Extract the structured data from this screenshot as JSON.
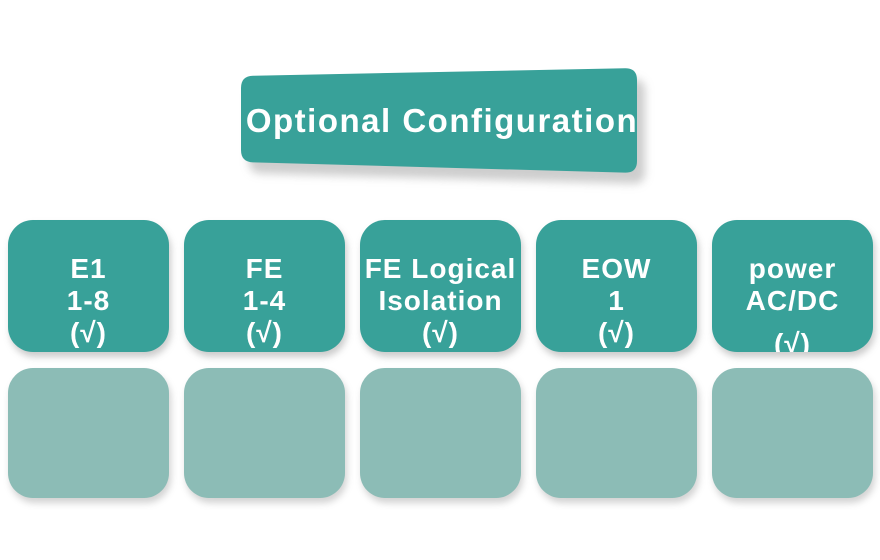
{
  "banner": {
    "title": "Optional Configuration"
  },
  "cards": [
    {
      "name": "E1",
      "lines": [
        "E1",
        "1-8",
        "(√)"
      ]
    },
    {
      "name": "FE",
      "lines": [
        "FE",
        "1-4",
        "(√)"
      ]
    },
    {
      "name": "FE Logical Isolation",
      "lines": [
        "FE Logical",
        "Isolation",
        "(√)"
      ]
    },
    {
      "name": "EOW",
      "lines": [
        "EOW",
        "1",
        "(√)"
      ]
    },
    {
      "name": "power AC/DC",
      "lines": [
        "power",
        "AC/DC",
        "(√)"
      ]
    }
  ],
  "placeholder_cards": 5,
  "colors": {
    "teal": "#38a199",
    "light_teal": "#8cbcb6",
    "card_text": "#ffffff"
  }
}
